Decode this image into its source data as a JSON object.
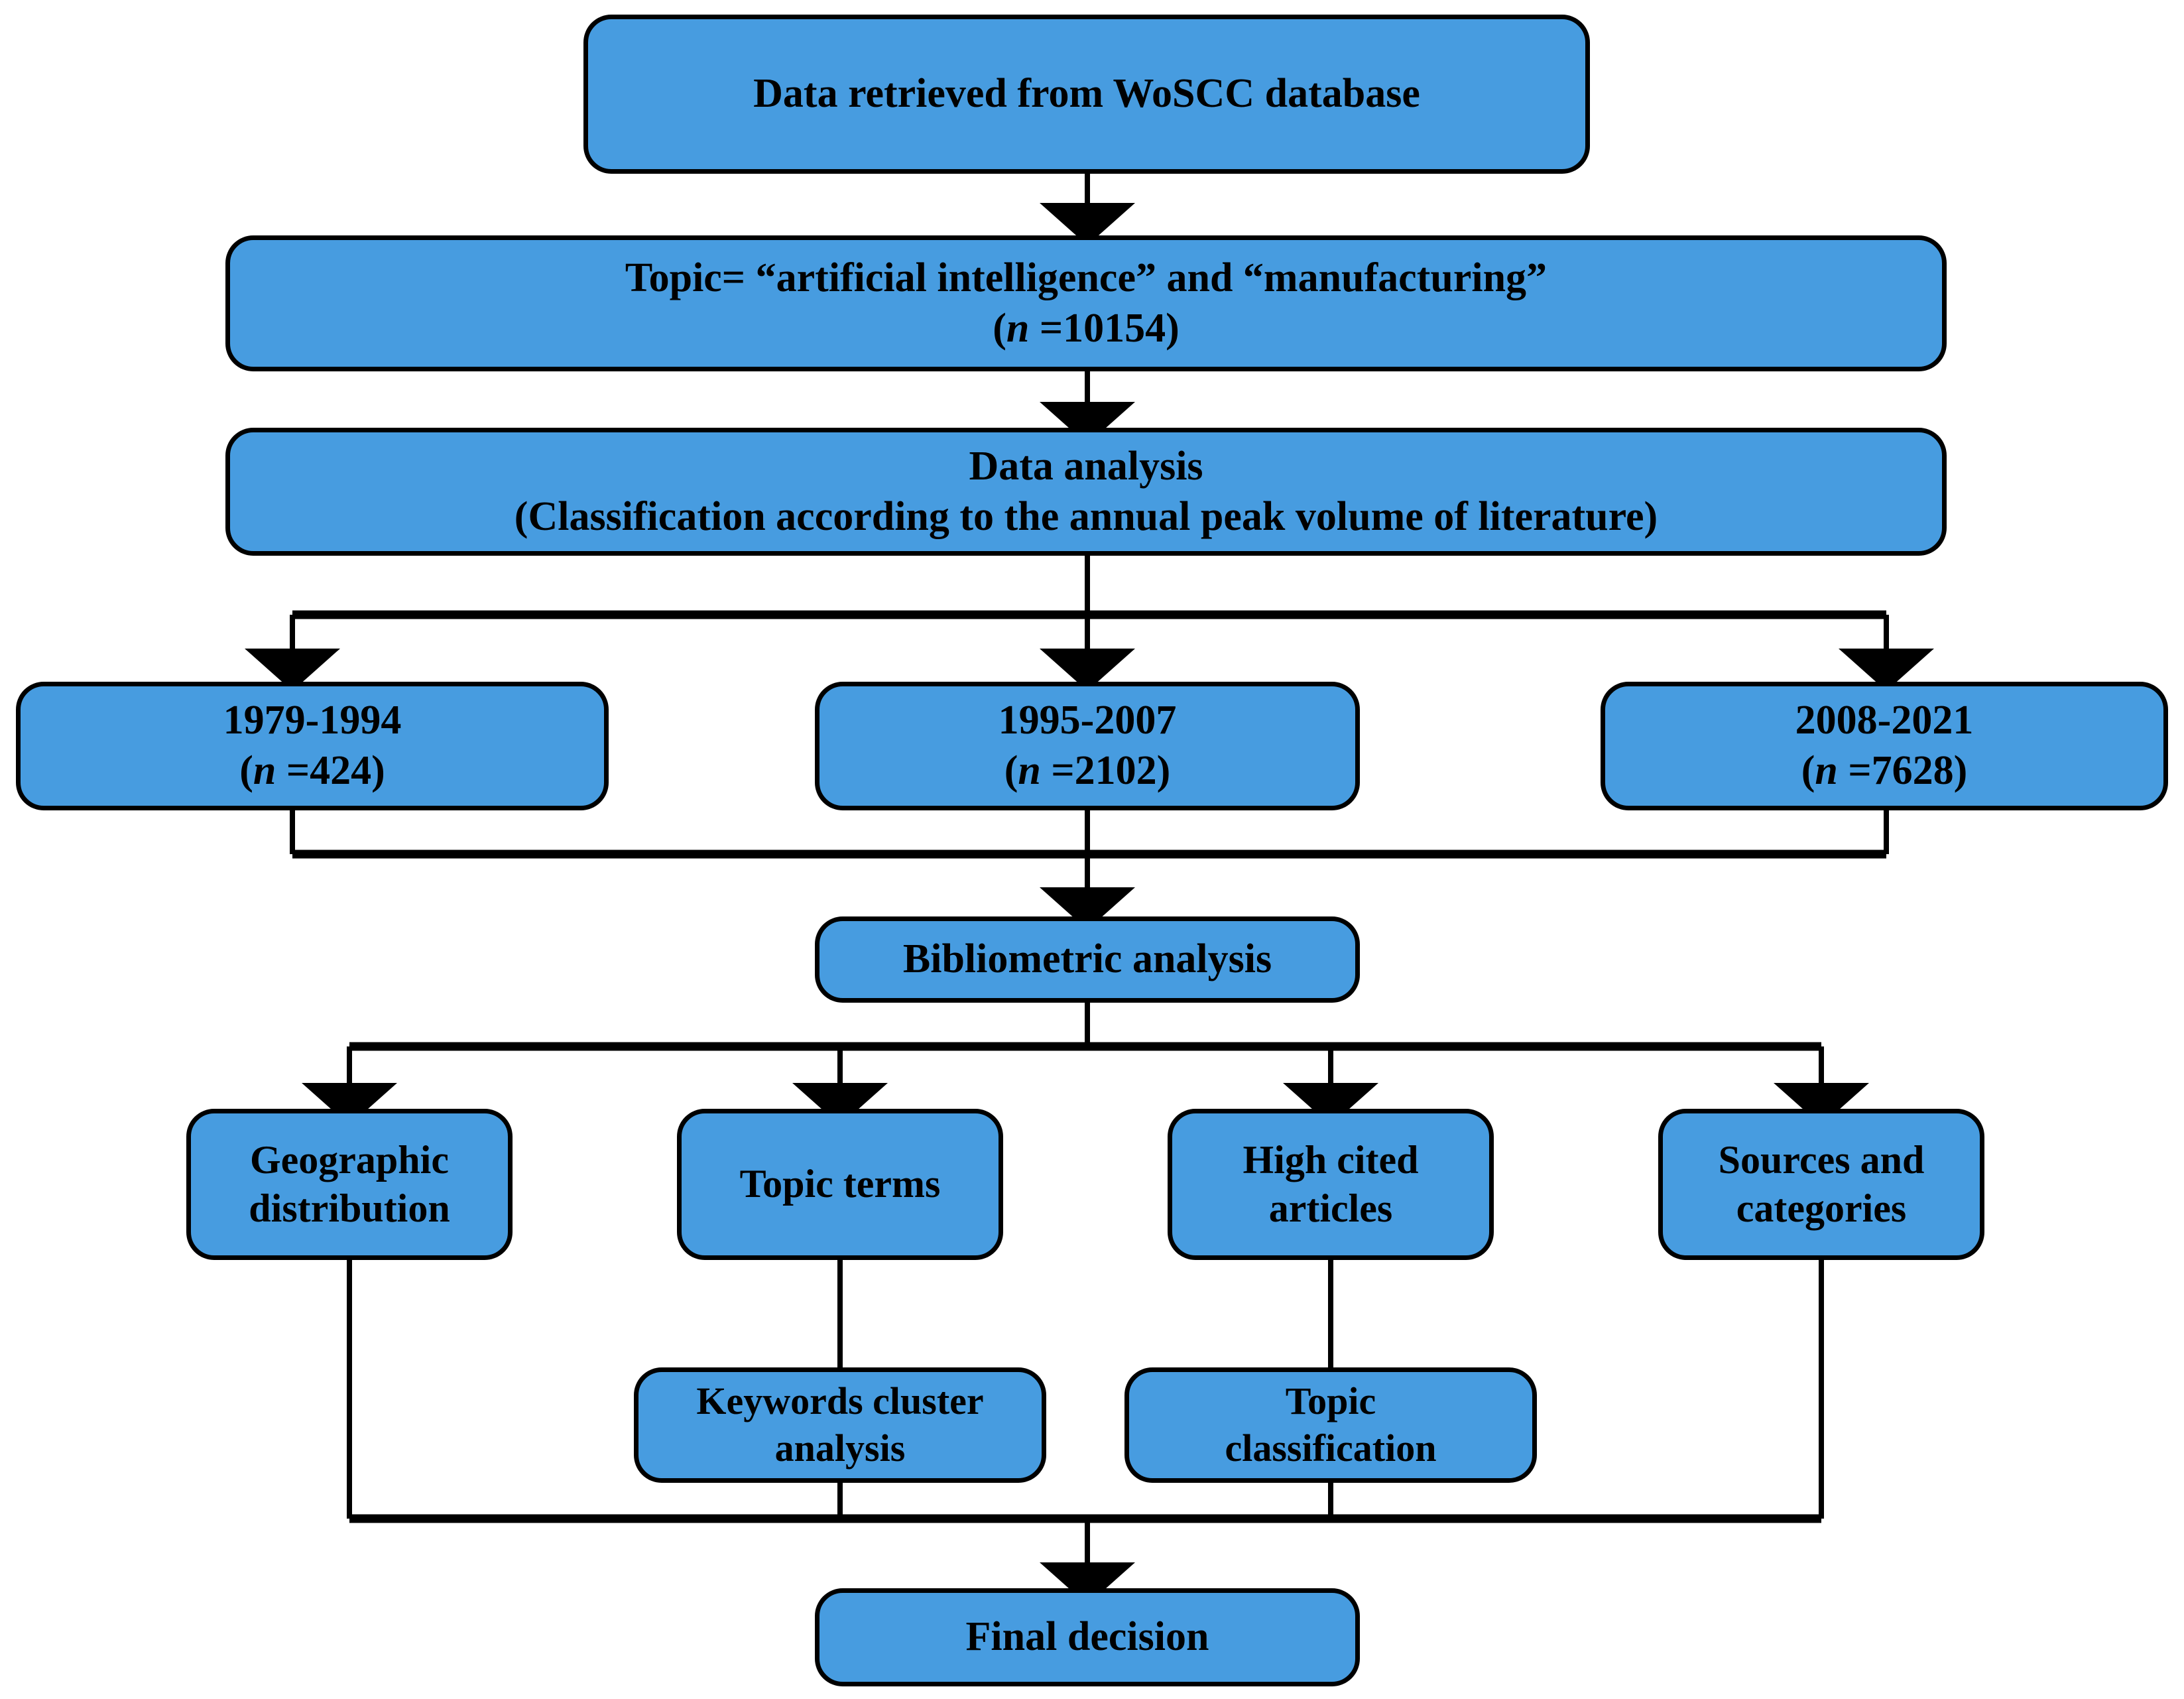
{
  "diagram": {
    "title": "Bibliometric analysis flowchart",
    "theme": {
      "node_fill": "#479ce0",
      "node_stroke": "#000000",
      "text_color": "#000000",
      "background": "#ffffff"
    },
    "nodes": {
      "source": {
        "line1": "Data retrieved from WoSCC database"
      },
      "query": {
        "line1": "Topic= “artificial intelligence” and “manufacturing”",
        "line2_prefix": "(",
        "line2_italic": "n",
        "line2_suffix": " =10154)"
      },
      "analysis": {
        "line1": "Data analysis",
        "line2": "(Classification according to  the annual peak volume of literature)"
      },
      "period1": {
        "line1": "1979-1994",
        "line2_prefix": "(",
        "line2_italic": "n",
        "line2_suffix": " =424)"
      },
      "period2": {
        "line1": "1995-2007",
        "line2_prefix": "(",
        "line2_italic": "n",
        "line2_suffix": " =2102)"
      },
      "period3": {
        "line1": "2008-2021",
        "line2_prefix": "(",
        "line2_italic": "n",
        "line2_suffix": " =7628)"
      },
      "bibliometric": {
        "line1": "Bibliometric analysis"
      },
      "geographic": {
        "line1": "Geographic",
        "line2": "distribution"
      },
      "topic_terms": {
        "line1": "Topic terms"
      },
      "high_cited": {
        "line1": "High cited",
        "line2": "articles"
      },
      "sources": {
        "line1": "Sources and",
        "line2": "categories"
      },
      "keywords_cluster": {
        "line1": "Keywords cluster",
        "line2": "analysis"
      },
      "topic_classification": {
        "line1": "Topic",
        "line2": "classification"
      },
      "final": {
        "line1": "Final decision"
      }
    },
    "flow": {
      "source_to_query": "Data retrieved from WoSCC database → Topic= “artificial intelligence” and “manufacturing” (n =10154)",
      "query_to_analysis": "Topic query → Data analysis",
      "analysis_split": [
        "1979-1994 (n =424)",
        "1995-2007 (n =2102)",
        "2008-2021 (n =7628)"
      ],
      "periods_merge": "All three periods → Bibliometric analysis",
      "bibliometric_split": [
        "Geographic distribution",
        "Topic terms",
        "High cited articles",
        "Sources and categories"
      ],
      "topic_terms_to_keywords": "Topic terms → Keywords cluster analysis",
      "high_cited_to_classification": "High cited articles → Topic classification",
      "merge_to_final": "All branches → Final decision"
    },
    "counts": {
      "total_records": 10154,
      "period1_records": 424,
      "period2_records": 2102,
      "period3_records": 7628
    }
  }
}
